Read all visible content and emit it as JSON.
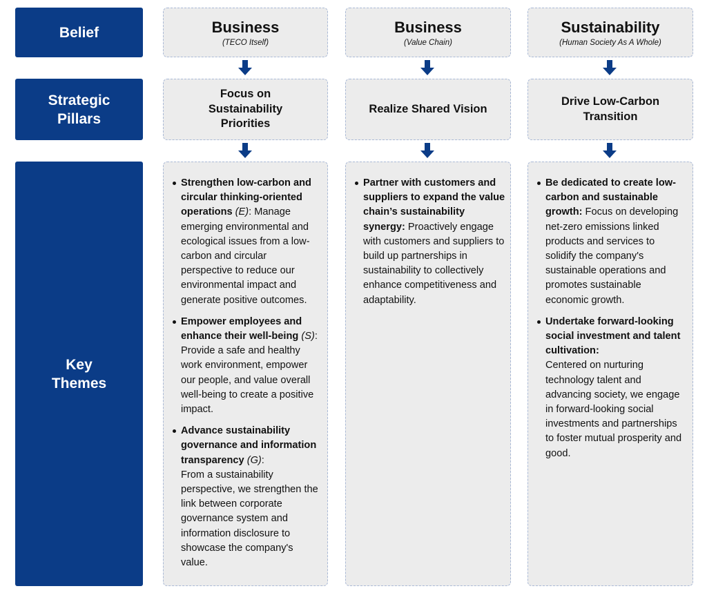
{
  "labels": {
    "belief": "Belief",
    "pillars_1": "Strategic",
    "pillars_2": "Pillars",
    "themes_1": "Key",
    "themes_2": "Themes"
  },
  "colors": {
    "navy": "#0b3c87",
    "box": "#ececec"
  },
  "beliefs": [
    {
      "title": "Business",
      "sub": "(TECO Itself)"
    },
    {
      "title": "Business",
      "sub": "(Value Chain)"
    },
    {
      "title": "Sustainability",
      "sub": "(Human Society As A Whole)"
    }
  ],
  "pillars": [
    "Focus on Sustainability Priorities",
    "Realize Shared Vision",
    "Drive Low-Carbon Transition"
  ],
  "themes": [
    [
      {
        "bold": "Strengthen low-carbon and circular thinking-oriented operations ",
        "tag": "(E)",
        "text": ": Manage emerging environmental and ecological issues from a low-carbon and circular perspective to reduce our environmental impact and generate positive outcomes."
      },
      {
        "bold": "Empower employees and enhance their well-being ",
        "tag": "(S)",
        "text": ": Provide a safe and healthy work environment, empower our people, and value overall well-being to create a positive impact."
      },
      {
        "bold": "Advance sustainability governance and information transparency ",
        "tag": "(G)",
        "tail": ":",
        "text": "From a sustainability perspective, we strengthen the link between corporate governance system and information disclosure to showcase the company's value."
      }
    ],
    [
      {
        "bold": "Partner with customers and suppliers to expand the value chain’s sustainability synergy:",
        "text": " Proactively engage with customers and suppliers to build up partnerships in sustainability to collectively enhance competitiveness and adaptability."
      }
    ],
    [
      {
        "bold": "Be dedicated to create low-carbon and sustainable growth:",
        "text": " Focus on developing net-zero emissions linked products and services to solidify the company's sustainable operations and promotes sustainable economic growth."
      },
      {
        "bold": "Undertake forward-looking social investment and talent cultivation:",
        "text": "Centered on nurturing technology talent and advancing society, we engage in forward-looking social investments and partnerships to foster mutual prosperity and good."
      }
    ]
  ]
}
